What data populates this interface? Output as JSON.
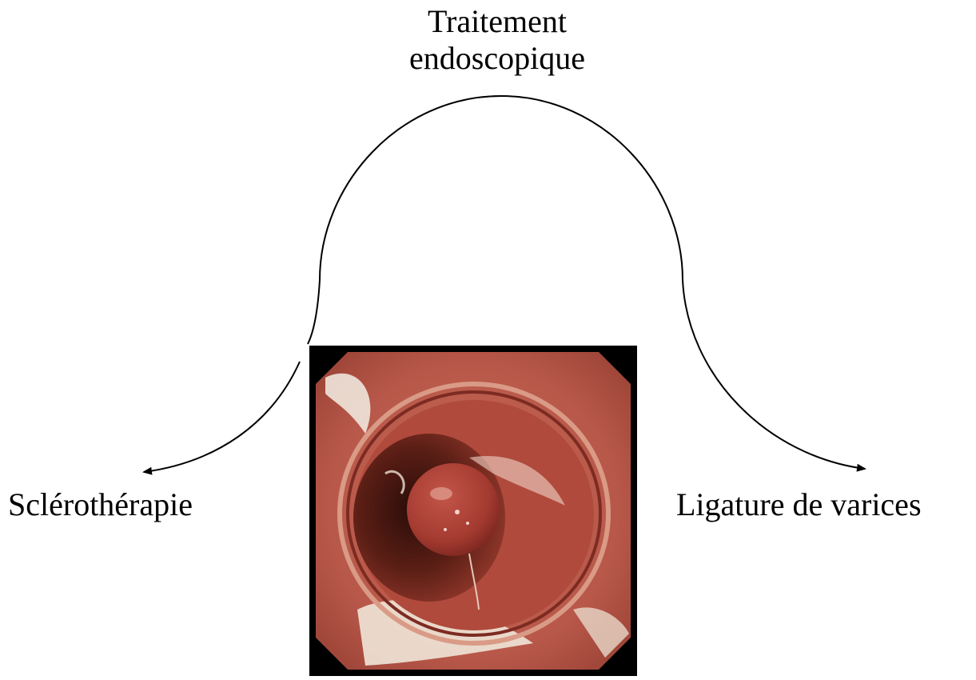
{
  "diagram": {
    "title_line1": "Traitement",
    "title_line2": "endoscopique",
    "left_branch": "Sclérothérapie",
    "right_branch": "Ligature de varices"
  },
  "colors": {
    "line": "#000000",
    "background": "#ffffff",
    "photo_frame": "#000000",
    "tissue": "#b8584a",
    "band": "#8a2e25"
  },
  "image": {
    "subject": "endoscopic-band-ligation-photo"
  }
}
